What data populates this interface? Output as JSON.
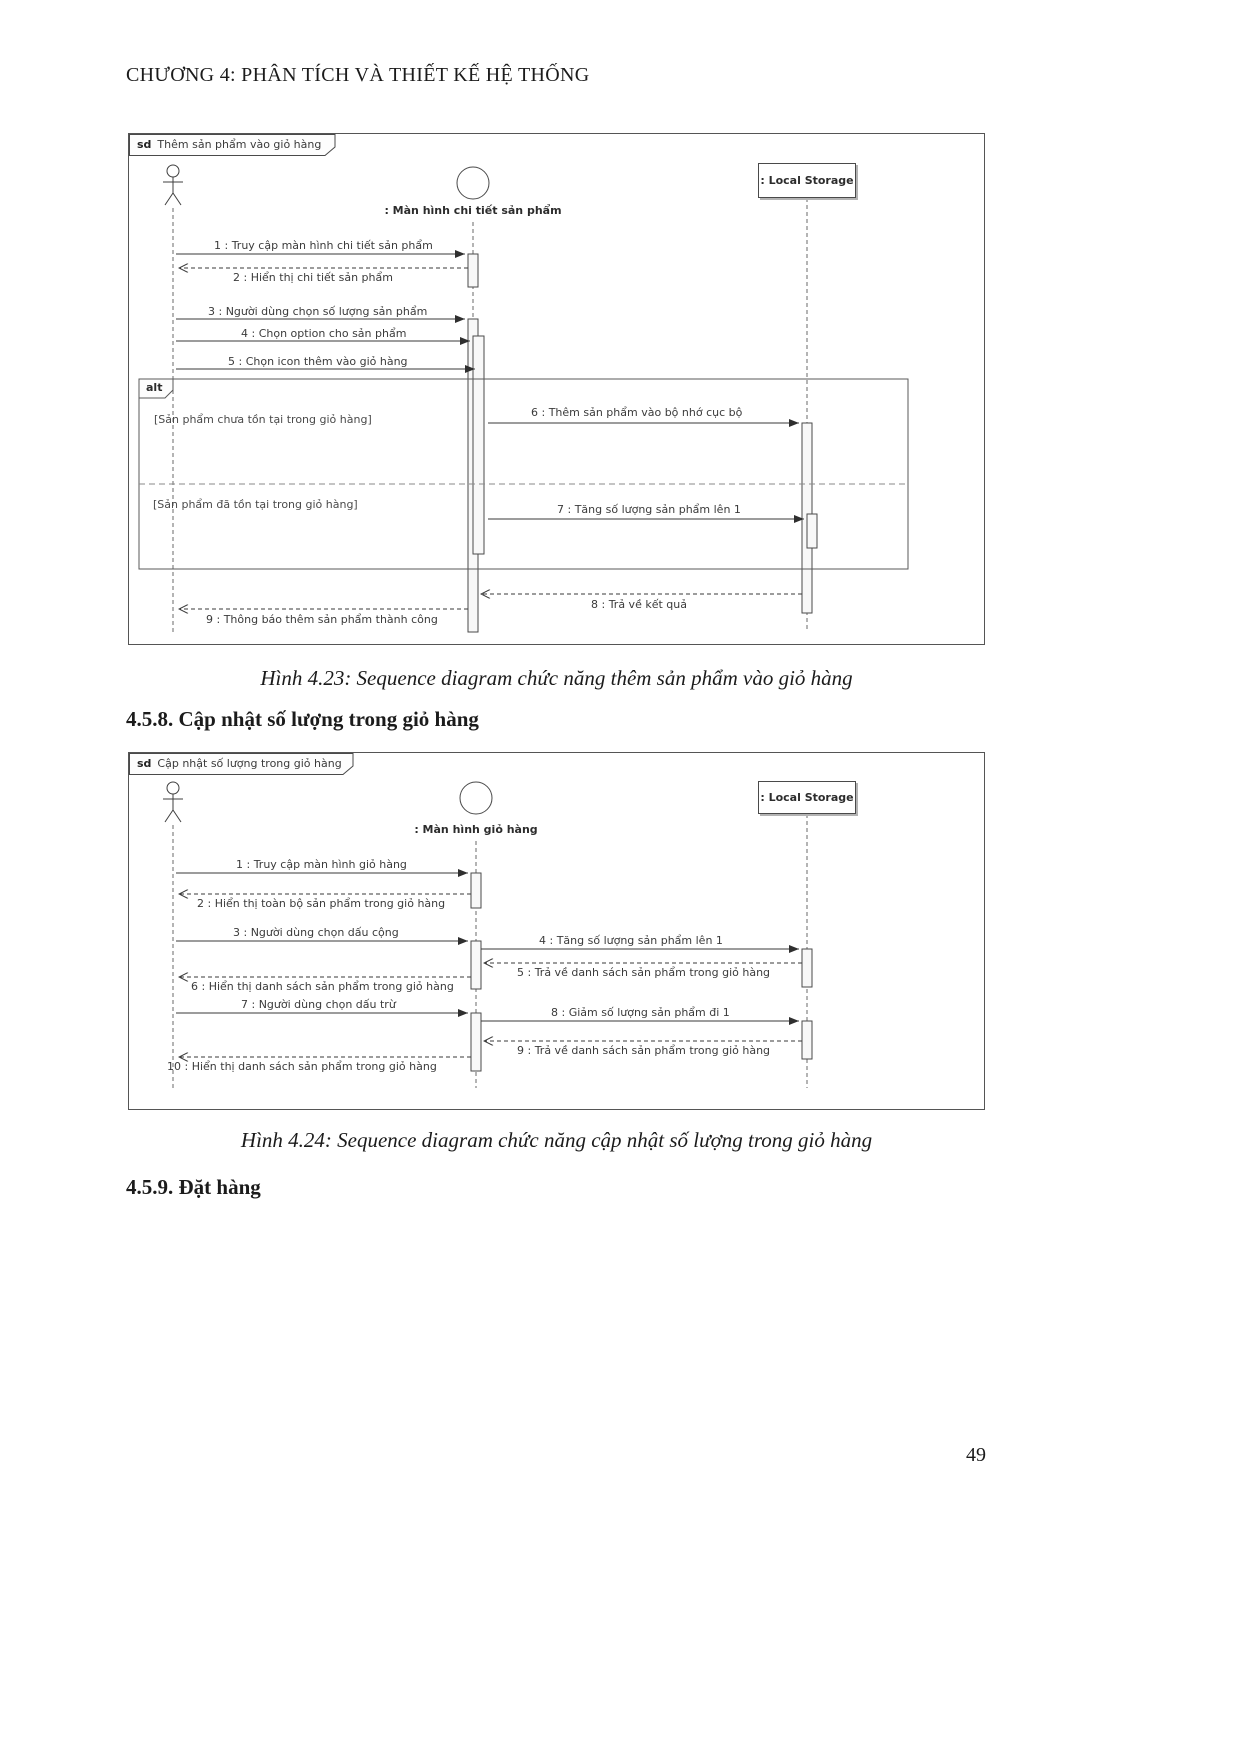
{
  "page": {
    "header": "CHƯƠNG 4: PHÂN TÍCH VÀ THIẾT KẾ HỆ THỐNG",
    "page_number": "49"
  },
  "sections": {
    "s458": "4.5.8. Cập nhật số lượng trong giỏ hàng",
    "s459": "4.5.9. Đặt hàng"
  },
  "figure1": {
    "sd": "sd",
    "frame_title": "Thêm sản phẩm vào giỏ hàng",
    "lifelines": {
      "screen": ": Màn hình chi tiết sản phẩm",
      "storage": ": Local Storage"
    },
    "alt": {
      "label": "alt",
      "guard1": "[Sản phẩm chưa tồn tại trong giỏ hàng]",
      "guard2": "[Sản phẩm đã tồn tại trong giỏ hàng]"
    },
    "messages": [
      "1 : Truy cập màn hình chi tiết sản phẩm",
      "2 : Hiển thị chi tiết sản phẩm",
      "3 : Người dùng chọn số lượng sản phẩm",
      "4 : Chọn option cho sản phẩm",
      "5 : Chọn icon thêm vào giỏ hàng",
      "6 : Thêm sản phẩm vào bộ nhớ cục bộ",
      "7 : Tăng số lượng sản phẩm lên 1",
      "8 : Trả về kết quả",
      "9 : Thông báo thêm sản phẩm thành công"
    ],
    "caption": "Hình 4.23: Sequence diagram chức năng thêm sản phẩm vào giỏ hàng"
  },
  "figure2": {
    "sd": "sd",
    "frame_title": "Cập nhật số lượng trong giỏ hàng",
    "lifelines": {
      "screen": ": Màn hình giỏ hàng",
      "storage": ": Local Storage"
    },
    "messages": [
      "1 : Truy cập màn hình giỏ hàng",
      "2 : Hiển thị toàn bộ sản phẩm trong giỏ hàng",
      "3 : Người dùng chọn dấu cộng",
      "4 : Tăng số lượng sản phẩm lên 1",
      "5 : Trả về danh sách sản phẩm trong giỏ hàng",
      "6 : Hiển thị danh sách sản phẩm trong giỏ hàng",
      "7 : Người dùng chọn dấu trừ",
      "8 : Giảm số lượng sản phẩm đi 1",
      "9 : Trả về danh sách sản phẩm trong giỏ hàng",
      "10 : Hiển thị danh sách sản phẩm trong giỏ hàng"
    ],
    "caption": "Hình 4.24: Sequence diagram chức năng cập nhật số lượng trong giỏ hàng"
  }
}
